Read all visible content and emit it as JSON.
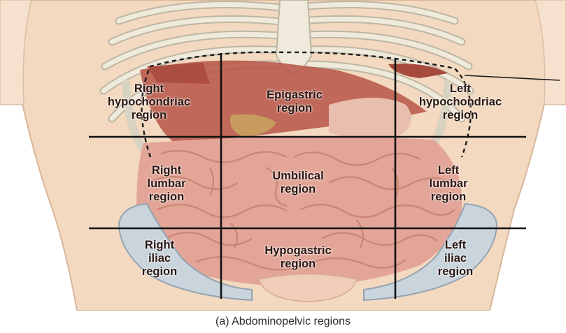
{
  "caption": "(a) Abdominopelvic regions",
  "regions": {
    "right_hypochondriac": [
      "Right",
      "hypochondriac",
      "region"
    ],
    "epigastric": [
      "Epigastric",
      "region"
    ],
    "left_hypochondriac": [
      "Left",
      "hypochondriac",
      "region"
    ],
    "right_lumbar": [
      "Right",
      "lumbar",
      "region"
    ],
    "umbilical": [
      "Umbilical",
      "region"
    ],
    "left_lumbar": [
      "Left",
      "lumbar",
      "region"
    ],
    "right_iliac": [
      "Right",
      "iliac",
      "region"
    ],
    "hypogastric": [
      "Hypogastric",
      "region"
    ],
    "left_iliac": [
      "Left",
      "iliac",
      "region"
    ]
  },
  "colors": {
    "skin": "#f3d9c0",
    "bone": "#ece6d4",
    "liver": "#b8584a",
    "intestine": "#e2a597",
    "pelvis": "#c9d4dd",
    "grid_line": "#111111"
  }
}
